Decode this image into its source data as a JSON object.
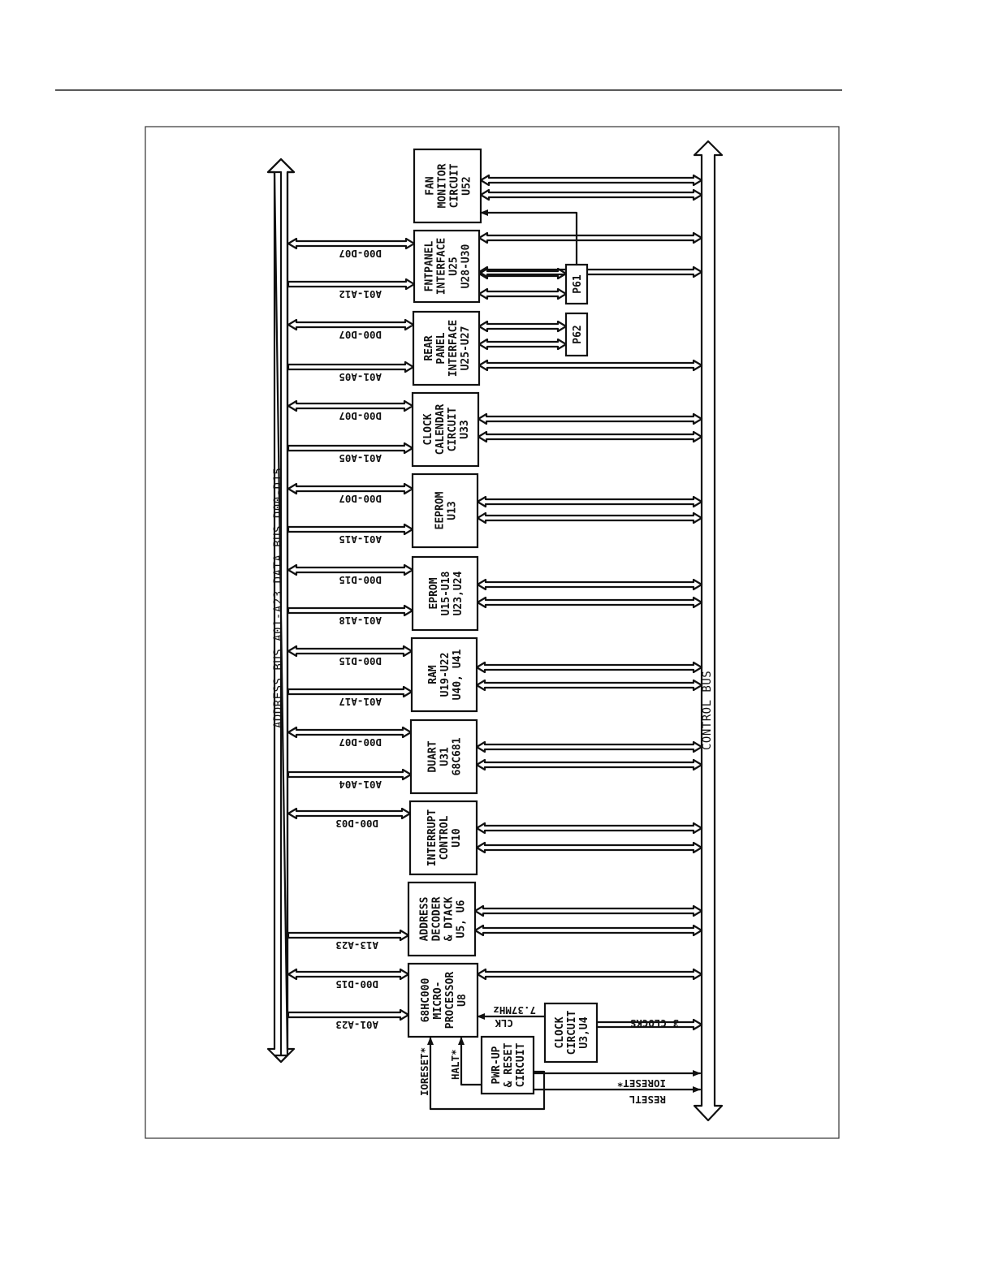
{
  "buses": {
    "address_data": "ADDRESS BUS A01-A23   DATA BUS D00-D15",
    "control": "CONTROL BUS"
  },
  "blocks": [
    {
      "id": "fan",
      "lines": [
        "FAN",
        "MONITOR",
        "CIRCUIT",
        "U52"
      ]
    },
    {
      "id": "fntpanel",
      "lines": [
        "FNTPANEL",
        "INTERFACE",
        "U25",
        "U28-U30"
      ]
    },
    {
      "id": "rearpanel",
      "lines": [
        "REAR",
        "PANEL",
        "INTERFACE",
        "U25-U27"
      ]
    },
    {
      "id": "clockcal",
      "lines": [
        "CLOCK",
        "CALENDAR",
        "CIRCUIT",
        "U33"
      ]
    },
    {
      "id": "eeprom",
      "lines": [
        "EEPROM",
        "U13"
      ]
    },
    {
      "id": "eprom",
      "lines": [
        "EPROM",
        "U15-U18",
        "U23,U24"
      ]
    },
    {
      "id": "ram",
      "lines": [
        "RAM",
        "U19-U22",
        "U40, U41"
      ]
    },
    {
      "id": "duart",
      "lines": [
        "DUART",
        "U31",
        "68C681"
      ]
    },
    {
      "id": "intctl",
      "lines": [
        "INTERRUPT",
        "CONTROL",
        "U10"
      ]
    },
    {
      "id": "addrdec",
      "lines": [
        "ADDRESS",
        "DECODER",
        "& DTACK",
        "U5, U6"
      ]
    },
    {
      "id": "cpu",
      "lines": [
        "68HC000",
        "MICRO-",
        "PROCESSOR",
        "U8"
      ]
    },
    {
      "id": "clock",
      "lines": [
        "CLOCK",
        "CIRCUIT",
        "U3,U4"
      ]
    },
    {
      "id": "pwrup",
      "lines": [
        "PWR-UP",
        "& RESET",
        "CIRCUIT"
      ]
    },
    {
      "id": "p61",
      "lines": [
        "P61"
      ]
    },
    {
      "id": "p62",
      "lines": [
        "P62"
      ]
    }
  ],
  "signals": {
    "fnt_data": "D00-D07",
    "fnt_addr": "A01-A12",
    "rear_data": "D00-D07",
    "rear_addr": "A01-A05",
    "clk_data": "D00-D07",
    "clk_addr": "A01-A05",
    "eeprom_data": "D00-D07",
    "eeprom_addr": "A01-A15",
    "eprom_data": "D00-D15",
    "eprom_addr": "A01-A18",
    "ram_data": "D00-D15",
    "ram_addr": "A01-A17",
    "duart_data": "D00-D07",
    "duart_addr": "A01-A04",
    "int_data": "D00-D03",
    "dec_addr": "A13-A23",
    "cpu_data": "D00-D15",
    "cpu_addr": "A01-A23",
    "clk_freq": "7.37MHz",
    "clk_name": "CLK",
    "clocks": "3 CLOCKS",
    "ioreset_left": "IORESET*",
    "halt": "HALT*",
    "ioreset_right": "IORESET*",
    "resetl": "RESETL"
  }
}
